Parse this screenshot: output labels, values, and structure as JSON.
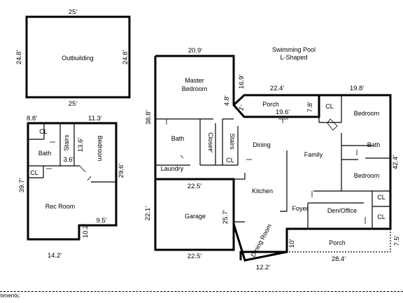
{
  "outbuilding": {
    "label": "Outbuilding",
    "dim_top": "25'",
    "dim_bottom": "25'",
    "dim_left": "24.8'",
    "dim_right": "24.8'"
  },
  "left_building": {
    "dims": {
      "top_left": "8.8'",
      "top_right": "11.3'",
      "left": "39.7'",
      "right": "29.6'",
      "bottom": "14.2'",
      "notch_h": "9.5'",
      "notch_v": "10.2'",
      "stairs_w": "3.6'",
      "bedroom_w": "13.6'"
    },
    "rooms": {
      "cl1": "CL",
      "bath": "Bath",
      "cl2": "CL",
      "stairs": "Stairs",
      "bedroom": "Bedroom",
      "rec_room": "Rec Room"
    }
  },
  "main_house": {
    "pool_note_1": "Swimming Pool",
    "pool_note_2": "L-Shaped",
    "dims": {
      "top": "20.9'",
      "left": "38.8'",
      "master_bump": "16.9'",
      "porch_top": "22.4'",
      "right_top": "19.8'",
      "porch_inner": "19.6'",
      "porch_right": "7.8'",
      "notch_small": "4.8'",
      "porch_diag": "1'",
      "right_side": "42.4'",
      "garage_top": "22.5'",
      "garage_left": "22.1'",
      "garage_bottom": "22.5'",
      "garage_right": "25.7'",
      "dining_room_bottom": "12.2'",
      "porch_bottom": "28.4'",
      "porch_bottom_right": "7.5'",
      "foyer_side": "10'"
    },
    "rooms": {
      "master_bedroom_1": "Master",
      "master_bedroom_2": "Bedroom",
      "porch_top": "Porch",
      "bedroom_top": "Bedroom",
      "cl_top": "CL",
      "bath_right": "Bath",
      "bedroom_mid": "Bedroom",
      "cl_right_1": "CL",
      "cl_right_2": "CL",
      "bath_left": "Bath",
      "closet": "Closet",
      "stairs": "Stairs",
      "cl_stairs": "CL",
      "laundry": "Laundry",
      "dining": "Dining",
      "family": "Family",
      "kitchen": "Kitchen",
      "garage": "Garage",
      "foyer": "Foyer",
      "den_office": "Den/Office",
      "dining_room": "Dining Room",
      "porch_bottom": "Porch"
    }
  },
  "footer": {
    "comments_label": "mments:"
  }
}
